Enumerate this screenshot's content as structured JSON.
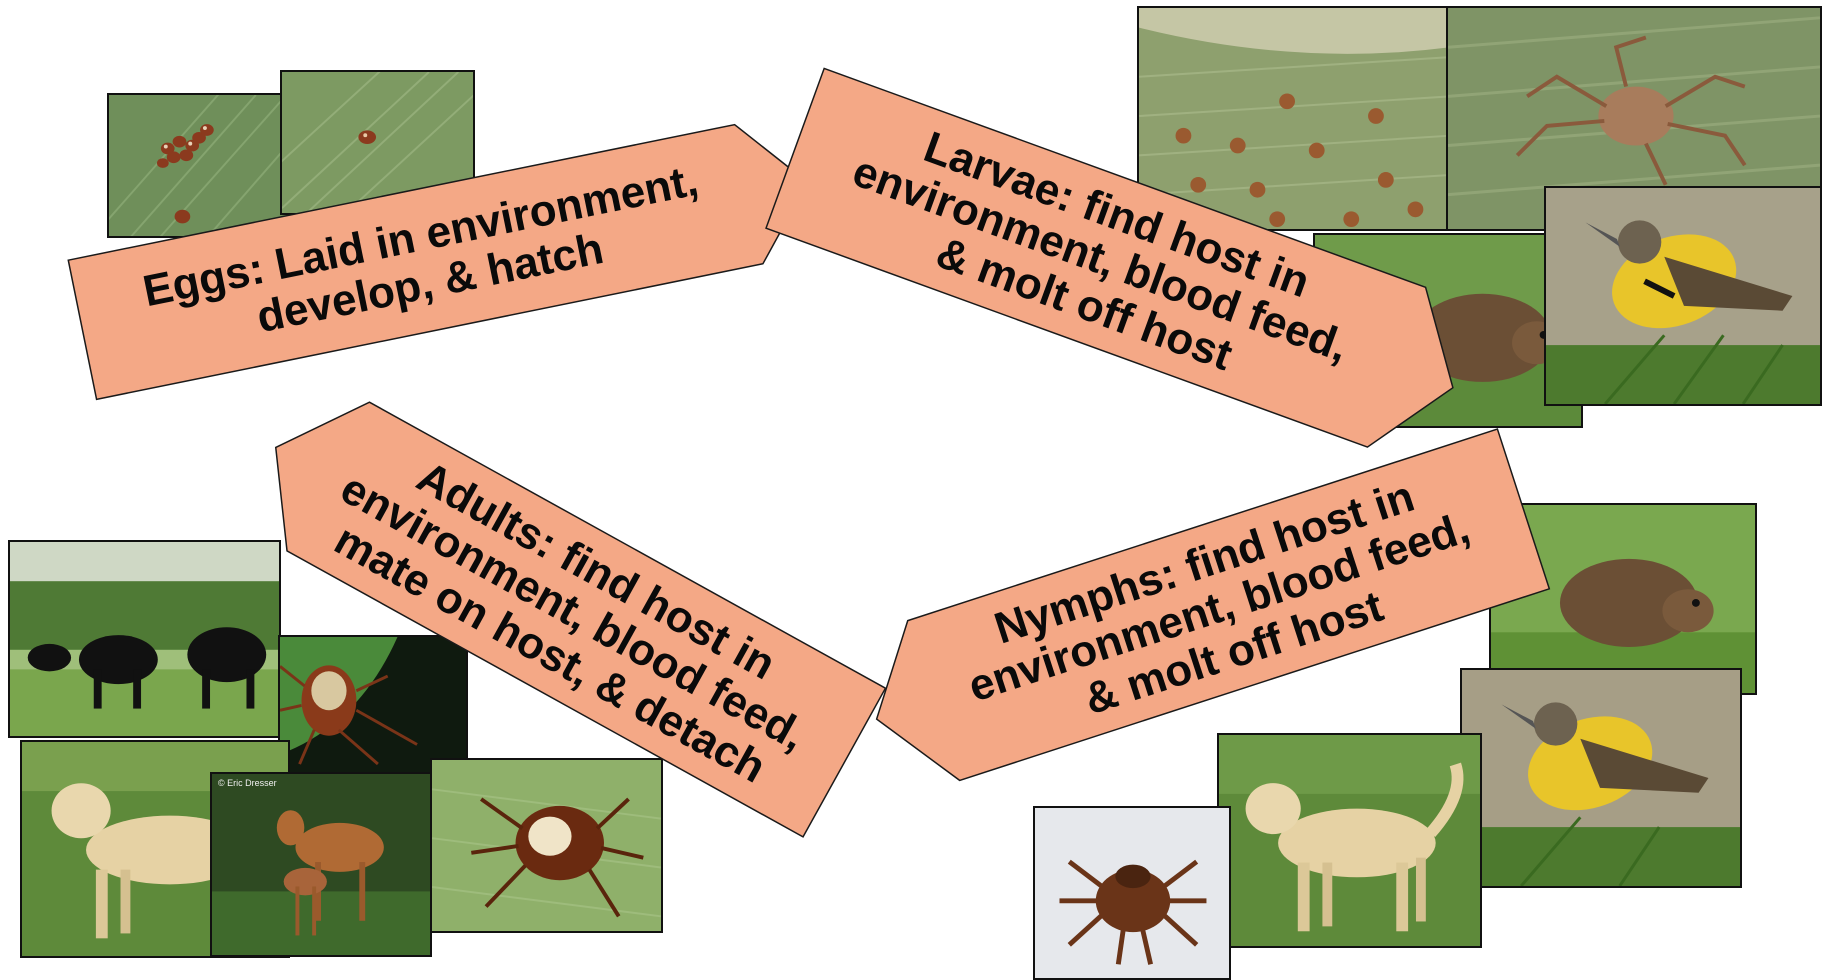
{
  "stages": {
    "eggs": {
      "lines": [
        "Eggs: Laid in environment,",
        "develop, & hatch"
      ]
    },
    "larvae": {
      "lines": [
        "Larvae: find host in",
        "environment, blood feed,",
        "& molt off host"
      ]
    },
    "nymphs": {
      "lines": [
        "Nymphs: find host in",
        "environment, blood feed,",
        "& molt off host"
      ]
    },
    "adults": {
      "lines": [
        "Adults: find host in",
        "environment, blood feed,",
        "mate on host, & detach"
      ]
    }
  },
  "photo_credit": "© Eric Dresser",
  "colors": {
    "arrow_fill": "#f4a886",
    "arrow_border": "#1a1a1a",
    "background": "#ffffff"
  },
  "photos": [
    {
      "name": "tick-eggs-cluster-photo"
    },
    {
      "name": "tick-egg-single-photo"
    },
    {
      "name": "tick-larvae-on-leaf-photo"
    },
    {
      "name": "tick-larva-closeup-photo"
    },
    {
      "name": "vole-photo"
    },
    {
      "name": "meadowlark-photo"
    },
    {
      "name": "vole-photo"
    },
    {
      "name": "meadowlark-photo"
    },
    {
      "name": "dog-photo"
    },
    {
      "name": "tick-nymph-photo"
    },
    {
      "name": "cattle-photo"
    },
    {
      "name": "adult-tick-photo"
    },
    {
      "name": "dog-photo"
    },
    {
      "name": "deer-photo"
    },
    {
      "name": "adult-tick-on-leaf-photo"
    }
  ]
}
